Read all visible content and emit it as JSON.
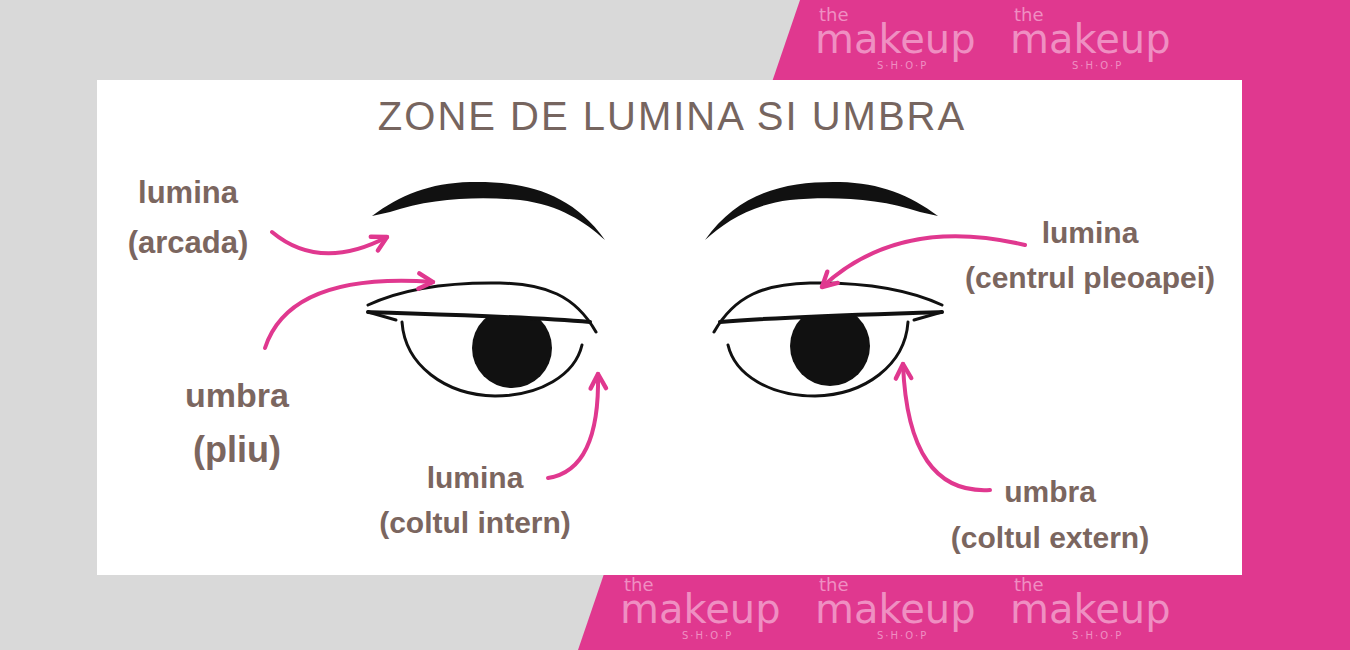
{
  "diagram": {
    "title": "ZONE DE LUMINA SI UMBRA",
    "labels": [
      "lumina",
      "(arcada)",
      "umbra",
      "(pliu)",
      "lumina",
      "(coltul intern)",
      "lumina",
      "(centrul pleoapei)",
      "umbra",
      "(coltul extern)",
      "the",
      "makeup",
      "S·H·O·P",
      "the",
      "makeup",
      "S·H·O·P",
      "the",
      "makeup",
      "S·H·O·P",
      "the",
      "makeup",
      "S·H·O·P",
      "the",
      "makeup",
      "S·H·O·P"
    ]
  }
}
